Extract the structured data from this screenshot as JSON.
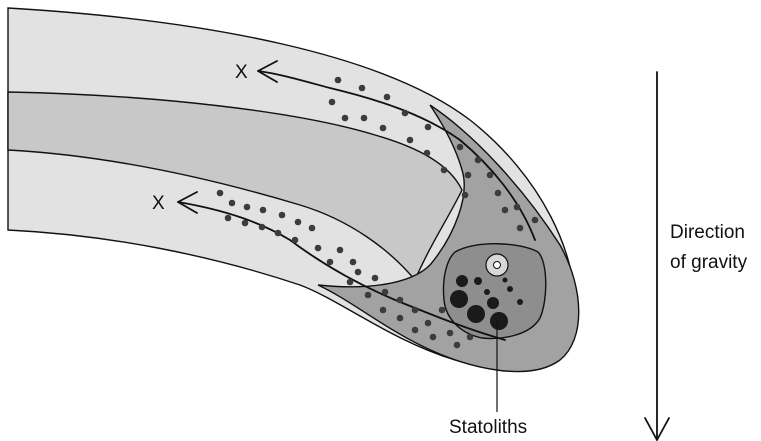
{
  "labels": {
    "arrow_upper": "X",
    "arrow_lower": "X",
    "gravity_line1": "Direction",
    "gravity_line2": "of gravity",
    "statoliths": "Statoliths"
  },
  "colors": {
    "outer_band": "#e2e2e2",
    "middle_band": "#c8c8c8",
    "root_cap": "#a2a2a2",
    "statocyte": "#8e8e8e",
    "dots": "#3c3c3c",
    "statolith_fill": "#1a1a1a",
    "outline": "#111111"
  }
}
